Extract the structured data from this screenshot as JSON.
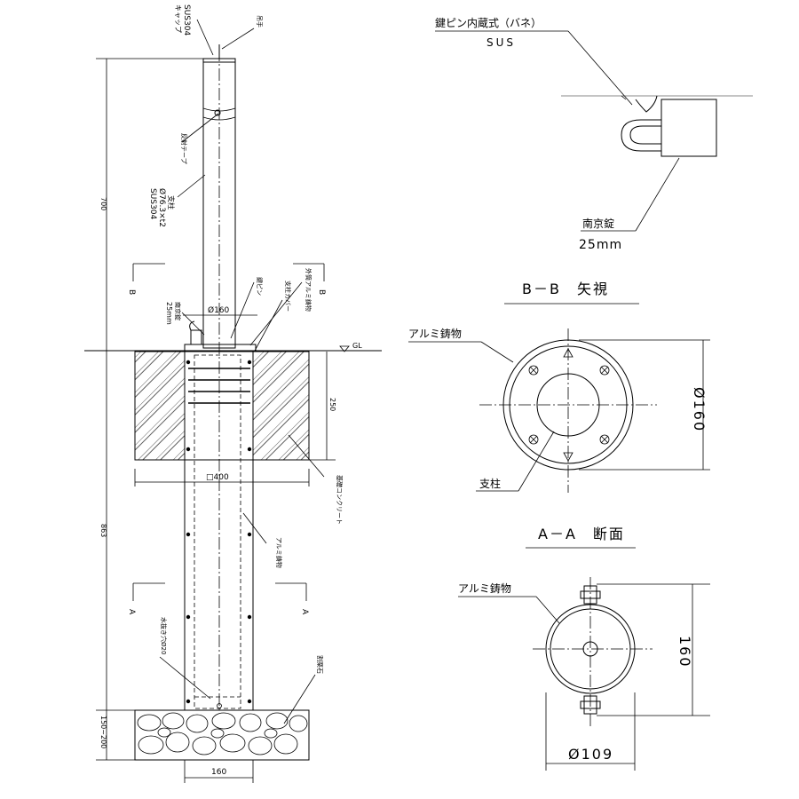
{
  "labels": {
    "cap": "キャップ",
    "cap_mat": "SUS304",
    "hook": "吊手",
    "reflect": "反射テープ",
    "post": "支柱",
    "post_spec": "Ø76.3×t2",
    "post_mat": "SUS304",
    "padlock_side": "南京錠",
    "padlock_side_size": "25mm",
    "key_pin": "鍵ピン",
    "alum_frame": "外筒アルミ鋳物",
    "post_cover": "支柱カバー",
    "base_concrete": "基礎コンクリート",
    "alum_cast": "アルミ鋳物",
    "drain": "水抜き穴Ø20",
    "gravel": "割栗石",
    "gl": "GL",
    "sec_b_left": "B",
    "sec_b_right": "B",
    "sec_a_left": "A",
    "sec_a_right": "A"
  },
  "dims": {
    "h700": "700",
    "h250": "250",
    "h863": "863",
    "h150": "150~200",
    "d160": "Ø160",
    "w400": "□400",
    "w160": "160"
  },
  "detail": {
    "pin_title": "鍵ピン内蔵式（バネ）",
    "pin_mat": "SUS",
    "lock_title": "南京錠",
    "lock_size": "25mm"
  },
  "view_bb": {
    "title": "B－B　矢視",
    "alum": "アルミ鋳物",
    "post": "支柱",
    "dia": "Ø160"
  },
  "view_aa": {
    "title": "A－A　断面",
    "alum": "アルミ鋳物",
    "height": "160",
    "dia": "Ø109"
  }
}
